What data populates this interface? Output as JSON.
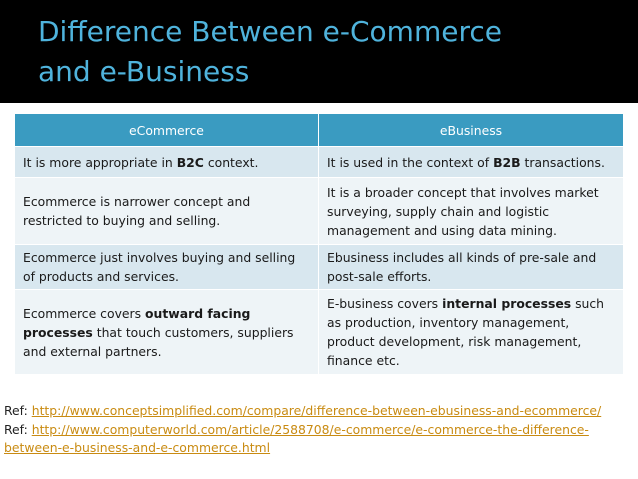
{
  "slide": {
    "title_line1": "Difference Between e-Commerce",
    "title_line2": "and e-Business"
  },
  "table": {
    "headers": [
      "eCommerce",
      "eBusiness"
    ],
    "rows": [
      {
        "left": {
          "pre": "It is more appropriate in ",
          "bold": "B2C",
          "post": " context."
        },
        "right": {
          "pre": "It is used in the context of ",
          "bold": "B2B",
          "post": " transactions."
        }
      },
      {
        "left": {
          "pre": "Ecommerce is narrower concept and restricted to buying and selling.",
          "bold": "",
          "post": ""
        },
        "right": {
          "pre": "It is a broader concept that involves market surveying, supply chain and logistic management and using data mining.",
          "bold": "",
          "post": ""
        }
      },
      {
        "left": {
          "pre": "Ecommerce just involves buying and selling of products and services.",
          "bold": "",
          "post": ""
        },
        "right": {
          "pre": "Ebusiness includes all kinds of pre-sale and post-sale efforts.",
          "bold": "",
          "post": ""
        }
      },
      {
        "left": {
          "pre": "Ecommerce covers ",
          "bold": "outward facing processes",
          "post": " that touch customers, suppliers and external partners."
        },
        "right": {
          "pre": "E-business covers ",
          "bold": "internal processes",
          "post": " such as production, inventory management, product development, risk management, finance etc."
        }
      }
    ]
  },
  "refs": [
    {
      "label": "Ref: ",
      "url": "http://www.conceptsimplified.com/compare/difference-between-ebusiness-and-ecommerce/"
    },
    {
      "label": "Ref:  ",
      "url": "http://www.computerworld.com/article/2588708/e-commerce/e-commerce-the-difference-between-e-business-and-e-commerce.html"
    }
  ],
  "colors": {
    "header_bg": "#000000",
    "title": "#4fb3dc",
    "table_header": "#3a9bc1",
    "row_dark": "#d8e7ef",
    "row_light": "#eef4f7",
    "link": "#c98b12"
  }
}
